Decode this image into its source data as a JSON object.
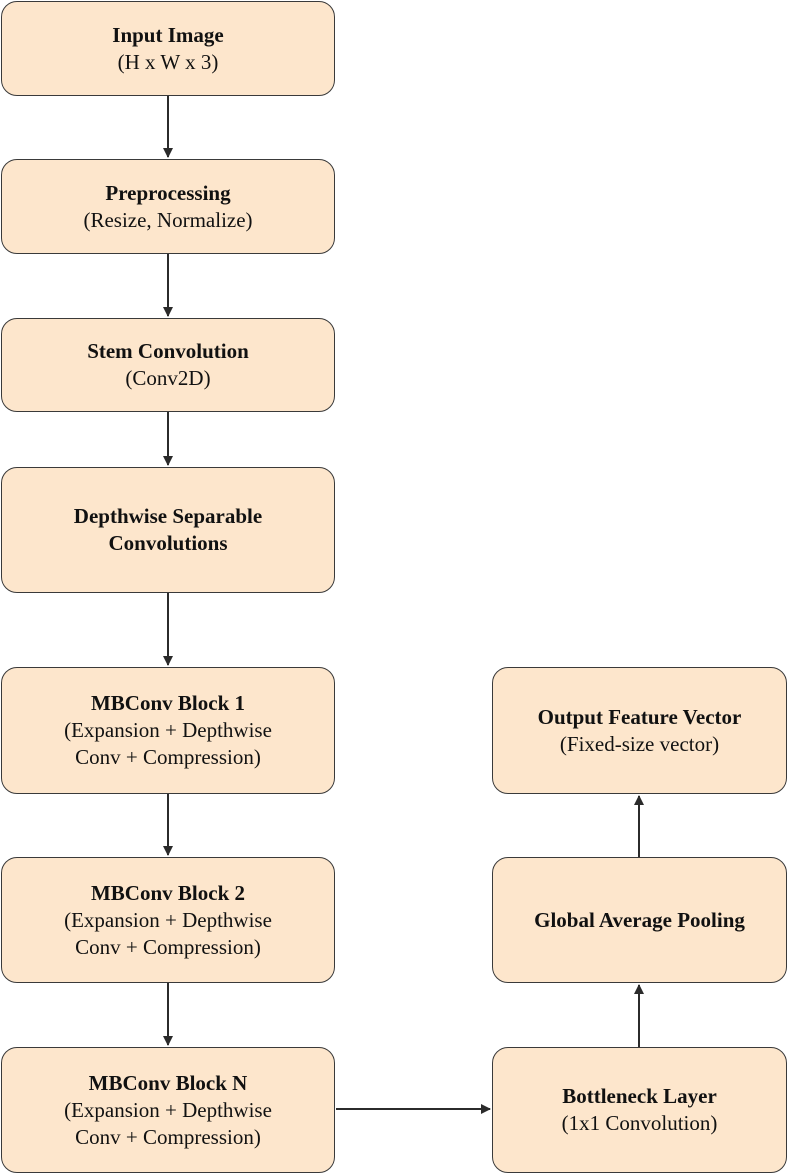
{
  "colors": {
    "box_fill": "#fde6cc",
    "box_border": "#3a3a3a",
    "arrow": "#2b2b2b"
  },
  "nodes": {
    "input_image": {
      "title": "Input Image",
      "sub": "(H x W x 3)"
    },
    "preprocessing": {
      "title": "Preprocessing",
      "sub": "(Resize, Normalize)"
    },
    "stem_convolution": {
      "title": "Stem Convolution",
      "sub": "(Conv2D)"
    },
    "depthwise_separable": {
      "title_line1": "Depthwise Separable",
      "title_line2": "Convolutions"
    },
    "mbconv_block_1": {
      "title": "MBConv Block 1",
      "sub_line1": "(Expansion + Depthwise",
      "sub_line2": "Conv + Compression)"
    },
    "mbconv_block_2": {
      "title": "MBConv Block 2",
      "sub_line1": "(Expansion + Depthwise",
      "sub_line2": "Conv + Compression)"
    },
    "mbconv_block_n": {
      "title": "MBConv Block N",
      "sub_line1": "(Expansion + Depthwise",
      "sub_line2": "Conv + Compression)"
    },
    "bottleneck_layer": {
      "title": "Bottleneck Layer",
      "sub": "(1x1 Convolution)"
    },
    "global_average_pooling": {
      "title": "Global Average Pooling"
    },
    "output_feature_vector": {
      "title": "Output Feature Vector",
      "sub": "(Fixed-size vector)"
    }
  },
  "edges": [
    {
      "from": "input_image",
      "to": "preprocessing"
    },
    {
      "from": "preprocessing",
      "to": "stem_convolution"
    },
    {
      "from": "stem_convolution",
      "to": "depthwise_separable"
    },
    {
      "from": "depthwise_separable",
      "to": "mbconv_block_1"
    },
    {
      "from": "mbconv_block_1",
      "to": "mbconv_block_2"
    },
    {
      "from": "mbconv_block_2",
      "to": "mbconv_block_n"
    },
    {
      "from": "mbconv_block_n",
      "to": "bottleneck_layer"
    },
    {
      "from": "bottleneck_layer",
      "to": "global_average_pooling"
    },
    {
      "from": "global_average_pooling",
      "to": "output_feature_vector"
    }
  ]
}
